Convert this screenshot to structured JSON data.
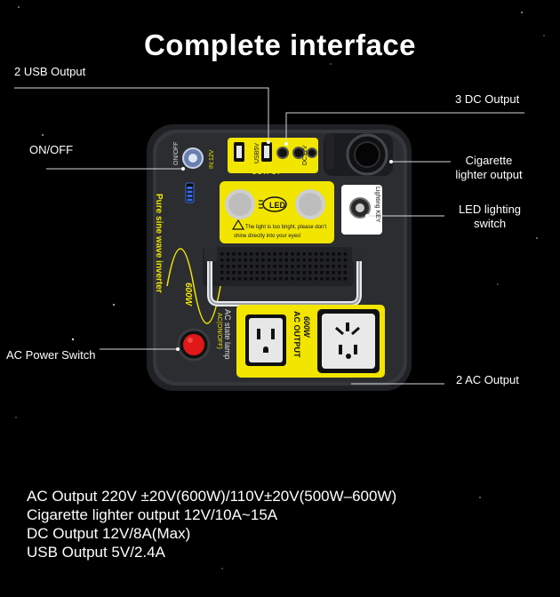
{
  "title": "Complete interface",
  "callouts": {
    "usb_output": "2 USB Output",
    "dc_output": "3 DC Output",
    "on_off": "ON/OFF",
    "cig_line1": "Cigarette",
    "cig_line2": "lighter output",
    "led_line1": "LED lighting",
    "led_line2": "switch",
    "ac_power_switch": "AC Power Switch",
    "ac_output": "2 AC Output"
  },
  "device_text": {
    "onoff": "ON/OFF",
    "in": "IN:12V",
    "usb": "USB5V",
    "dc": "DC12V",
    "output": "OUTPUT",
    "led": "LED",
    "light_switch": "Lighting KEY",
    "warning1": "The light is too bright, please don't",
    "warning2": "shine directly into your eyes!",
    "side1": "Pure sine wave inverter",
    "power": "600W",
    "ac_on_off": "AC(ON/OFF)",
    "ac_lamp": "AC state lamp",
    "ac_output1": "AC OUTPUT",
    "ac_output2": "600W"
  },
  "specs": [
    "AC Output 220V ±20V(600W)/110V±20V(500W–600W)",
    "Cigarette lighter output 12V/10A~15A",
    "DC Output 12V/8A(Max)",
    "USB Output 5V/2.4A"
  ],
  "colors": {
    "background": "#000000",
    "panel": "#2d2f34",
    "accent_yellow": "#f2e600",
    "switch_red": "#e01818"
  }
}
